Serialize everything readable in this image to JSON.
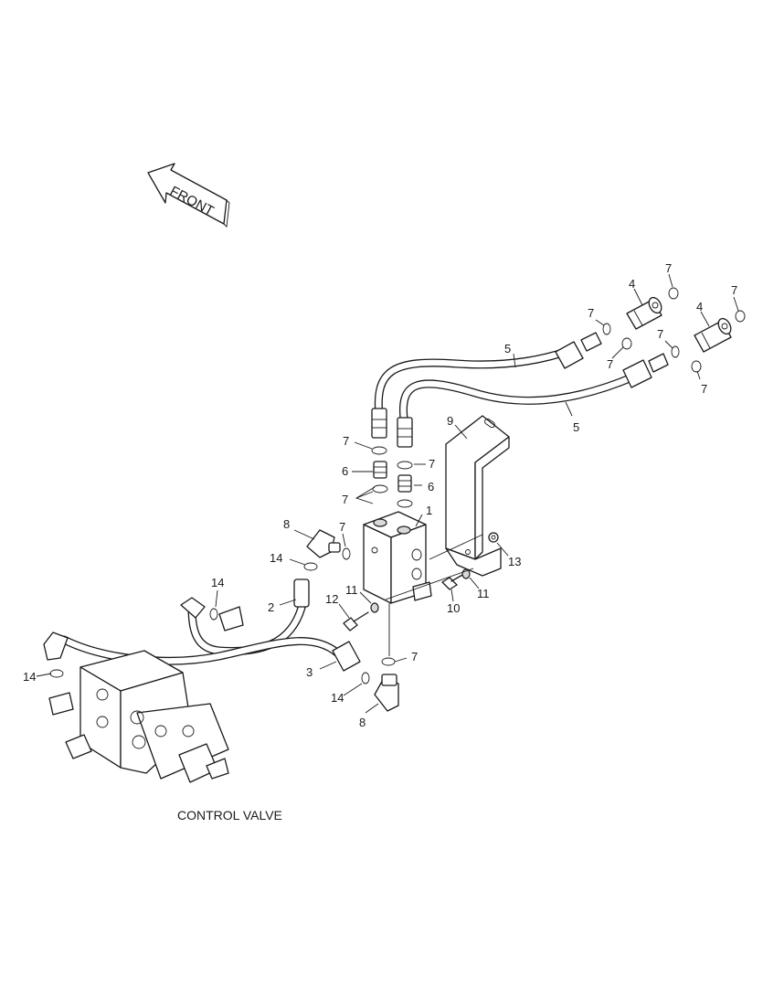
{
  "front_arrow": {
    "label": "FRONT"
  },
  "caption": "CONTROL VALVE",
  "callouts": {
    "c1": "1",
    "c2": "2",
    "c3": "3",
    "c4a": "4",
    "c4b": "4",
    "c5a": "5",
    "c5b": "5",
    "c6a": "6",
    "c6b": "6",
    "c7a": "7",
    "c7b": "7",
    "c7c": "7",
    "c7d": "7",
    "c7e": "7",
    "c7f": "7",
    "c7g": "7",
    "c7h": "7",
    "c7i": "7",
    "c7j": "7",
    "c7k": "7",
    "c8a": "8",
    "c8b": "8",
    "c9": "9",
    "c10": "10",
    "c11a": "11",
    "c11b": "11",
    "c12": "12",
    "c13": "13",
    "c14a": "14",
    "c14b": "14",
    "c14c": "14",
    "c14d": "14"
  }
}
